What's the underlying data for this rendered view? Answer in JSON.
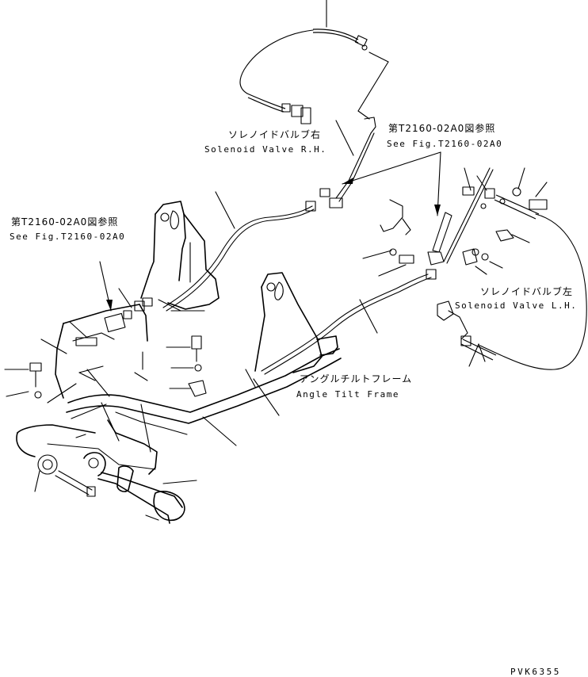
{
  "labels": {
    "solenoid_rh_jp": "ソレノイドバルブ右",
    "solenoid_rh_en": "Solenoid Valve R.H.",
    "see_fig_right_jp": "第T2160-02A0図参照",
    "see_fig_right_en": "See Fig.T2160-02A0",
    "see_fig_left_jp": "第T2160-02A0図参照",
    "see_fig_left_en": "See Fig.T2160-02A0",
    "solenoid_lh_jp": "ソレノイドバルブ左",
    "solenoid_lh_en": "Solenoid Valve L.H.",
    "frame_jp": "アングルチルトフレーム",
    "frame_en": "Angle Tilt Frame",
    "drawing_code": "PVK6355"
  },
  "colors": {
    "line": "#000000",
    "background": "#ffffff"
  }
}
